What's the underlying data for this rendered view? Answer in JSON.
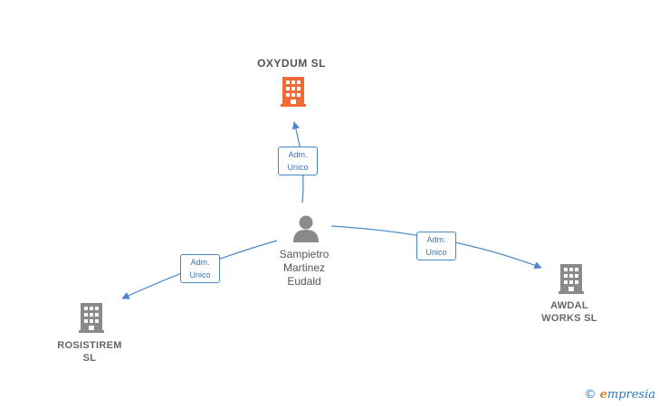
{
  "nodes": {
    "main": {
      "label_line1": "OXYDUM  SL",
      "color": "#f26a36"
    },
    "person": {
      "line1": "Sampietro",
      "line2": "Martinez",
      "line3": "Eudald",
      "color": "#8a8a8a"
    },
    "left": {
      "line1": "ROSISTIREM",
      "line2": "SL",
      "color": "#8a8a8a"
    },
    "right": {
      "line1": "AWDAL",
      "line2": "WORKS  SL",
      "color": "#8a8a8a"
    }
  },
  "edges": [
    {
      "line1": "Adm.",
      "line2": "Unico"
    },
    {
      "line1": "Adm.",
      "line2": "Unico"
    },
    {
      "line1": "Adm.",
      "line2": "Unico"
    }
  ],
  "colors": {
    "edge": "#4a86c8"
  },
  "watermark": {
    "copyright": "©",
    "brand_initial": "e",
    "brand_rest": "mpresia"
  }
}
